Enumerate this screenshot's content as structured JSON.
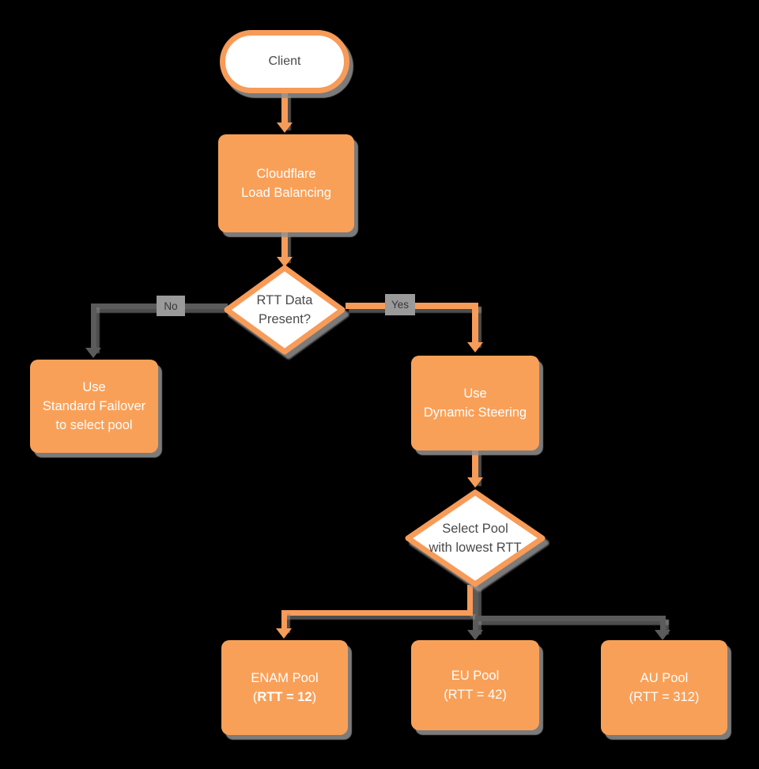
{
  "diagram": {
    "title_semantic": "Cloudflare Load Balancing dynamic steering flowchart",
    "colors": {
      "background": "#000000",
      "node_fill": "#F9A058",
      "node_border": "#F79B59",
      "edge_gray": "#5B5B5B",
      "text_light": "#FFFFFF",
      "text_dark": "#4A4A4A",
      "edge_label_bg": "#9A9A9A"
    },
    "nodes": {
      "client": {
        "label": "Client"
      },
      "load_balancing": {
        "line1": "Cloudflare",
        "line2": "Load Balancing"
      },
      "rtt_decision": {
        "line1": "RTT Data",
        "line2": "Present?"
      },
      "standard_failover": {
        "line1": "Use",
        "line2": "Standard Failover",
        "line3": "to select pool"
      },
      "dynamic_steering": {
        "line1": "Use",
        "line2": "Dynamic Steering"
      },
      "select_pool": {
        "line1": "Select Pool",
        "line2": "with lowest RTT"
      },
      "enam_pool": {
        "line1": "ENAM Pool",
        "paren_open": "(",
        "rtt_bold": "RTT = 12",
        "paren_close": ")"
      },
      "eu_pool": {
        "line1": "EU Pool",
        "line2": "(RTT = 42)"
      },
      "au_pool": {
        "line1": "AU Pool",
        "line2": "(RTT = 312)"
      }
    },
    "edge_labels": {
      "no": "No",
      "yes": "Yes"
    }
  }
}
